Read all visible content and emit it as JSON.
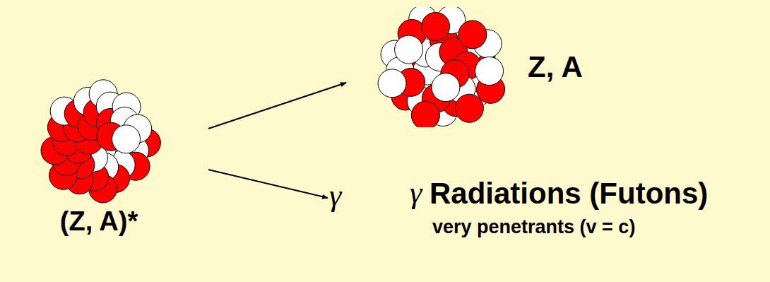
{
  "diagram": {
    "nodes": [
      {
        "text": [
          "(Z, A)*"
        ]
      },
      {
        "text": [
          "Z, A"
        ]
      },
      {
        "text": [
          "γ"
        ]
      }
    ],
    "edges": [
      {
        "from": 0,
        "to": 1,
        "arrow": "to"
      },
      {
        "from": 0,
        "to": 2,
        "arrow": "to"
      }
    ],
    "labels": [
      "γ",
      "Radiations (Futons)",
      "very penetrants (v = c)"
    ]
  }
}
